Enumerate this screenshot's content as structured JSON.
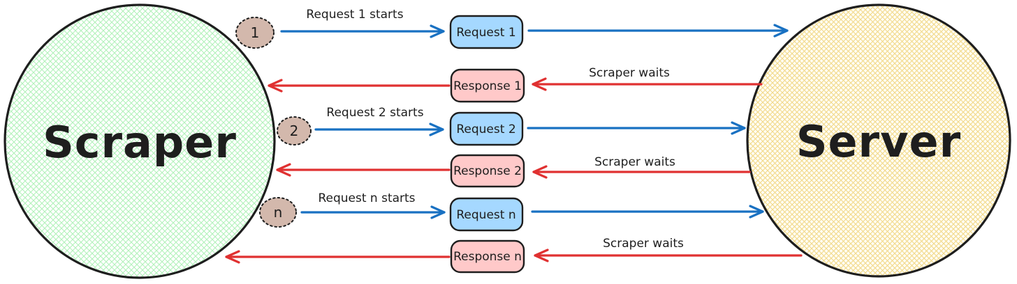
{
  "diagram": {
    "left_actor": "Scraper",
    "right_actor": "Server",
    "rows": [
      {
        "step": "1",
        "request_box": "Request 1",
        "request_note": "Request 1 starts",
        "response_box": "Response 1",
        "response_note": "Scraper waits"
      },
      {
        "step": "2",
        "request_box": "Request 2",
        "request_note": "Request 2 starts",
        "response_box": "Response 2",
        "response_note": "Scraper waits"
      },
      {
        "step": "n",
        "request_box": "Request n",
        "request_note": "Request n starts",
        "response_box": "Response n",
        "response_note": "Scraper waits"
      }
    ],
    "colors": {
      "request_arrow": "#1971c2",
      "response_arrow": "#e03131",
      "request_fill": "#a5d8ff",
      "response_fill": "#ffc9c9",
      "scraper_hatch": "#b2f2bb",
      "server_hatch": "#f2d98a",
      "step_badge_fill": "#d3b8ac",
      "outline": "#1e1e1e"
    }
  }
}
